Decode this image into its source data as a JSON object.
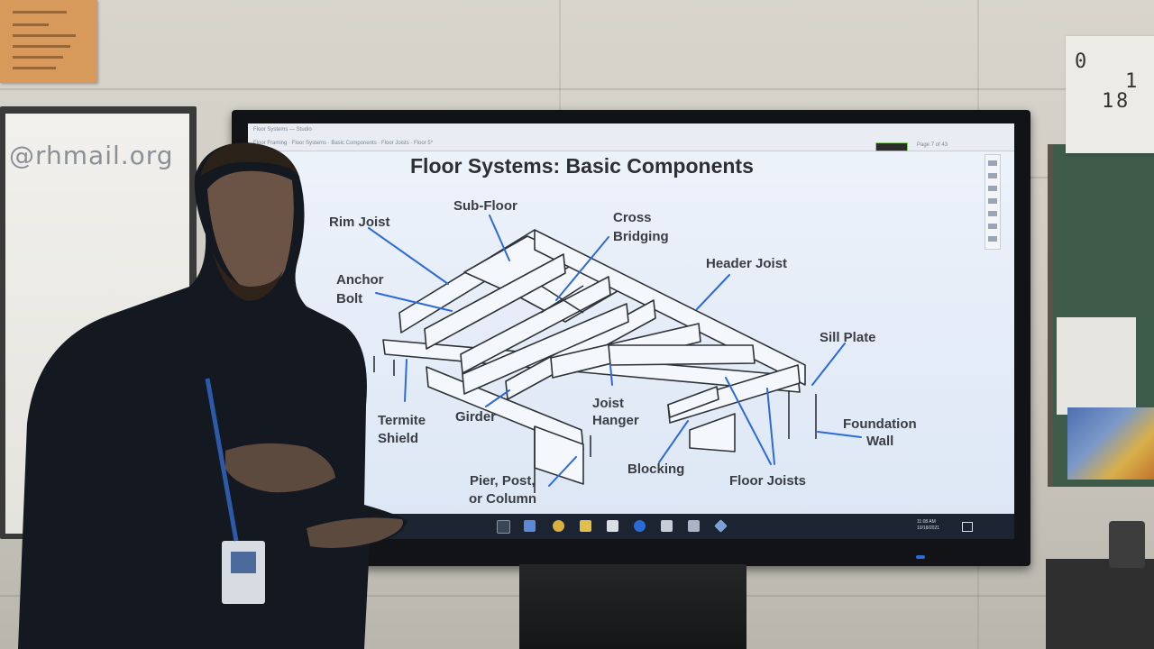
{
  "slide": {
    "title": "Floor Systems: Basic Components",
    "labels": {
      "sub_floor": "Sub-Floor",
      "rim_joist": "Rim Joist",
      "cross_bridging_line1": "Cross",
      "cross_bridging_line2": "Bridging",
      "header_joist": "Header Joist",
      "anchor_bolt_line1": "Anchor",
      "anchor_bolt_line2": "Bolt",
      "sill_plate": "Sill Plate",
      "termite_shield_line1": "Termite",
      "termite_shield_line2": "Shield",
      "girder": "Girder",
      "joist_hanger_line1": "Joist",
      "joist_hanger_line2": "Hanger",
      "foundation_wall_line1": "Foundation",
      "foundation_wall_line2": "Wall",
      "pier_line1": "Pier, Post,",
      "pier_line2": "or Column",
      "blocking": "Blocking",
      "floor_joists": "Floor Joists"
    }
  },
  "browser": {
    "tab_title": "Floor Systems — Studio",
    "crumbs": "Floor Framing · Floor Systems · Basic Components · Floor Joists · Floor 5*",
    "page_indicator": "Page 7 of 43"
  },
  "taskbar": {
    "clock_time": "11:08 AM",
    "clock_date": "10/18/2021",
    "icons": [
      "task-view-icon",
      "file-explorer-icon",
      "chrome-icon",
      "app-icon",
      "whiteboard-icon",
      "edge-icon",
      "store-icon",
      "mail-icon",
      "settings-icon"
    ]
  },
  "whiteboard": {
    "text": "@rhmail.org"
  },
  "corkboard_card": {
    "text_a": "0",
    "text_b": "1",
    "text_c": "8"
  },
  "colors": {
    "screen_bg": "#e4ecf6",
    "taskbar": "#1b2430",
    "diagram_stroke": "#2f3237",
    "label_text": "#3a3d43"
  }
}
